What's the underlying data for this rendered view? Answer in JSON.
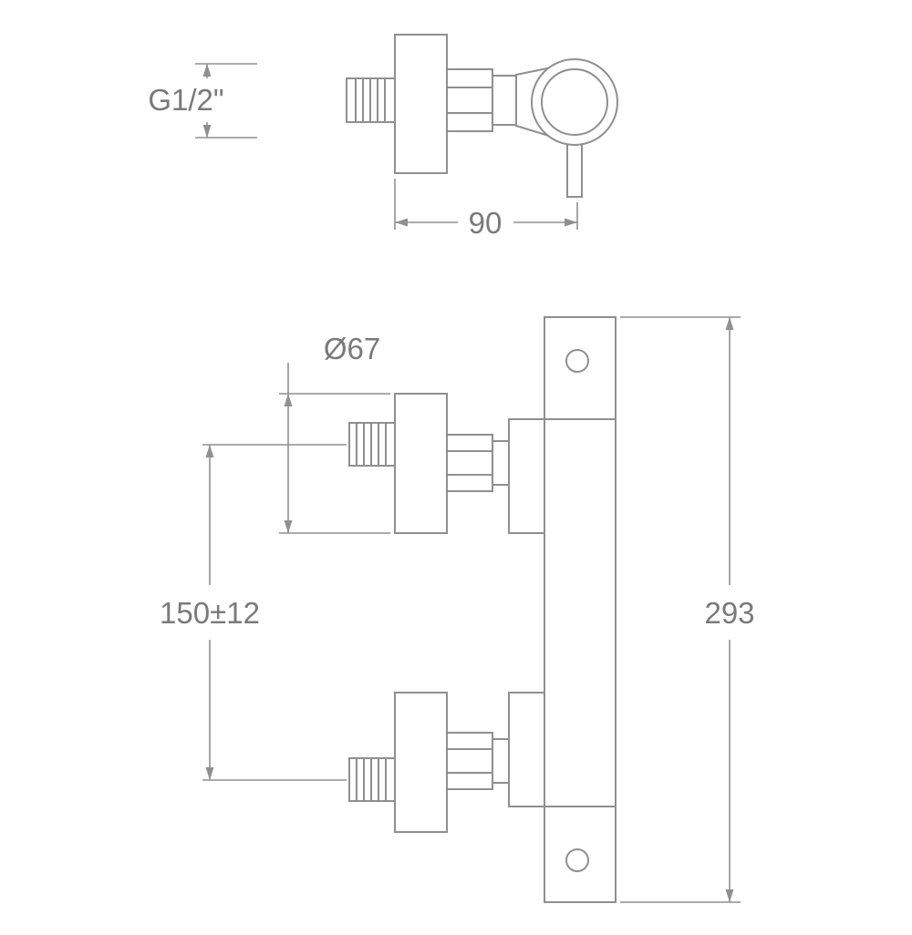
{
  "page": {
    "background": "#ffffff"
  },
  "drawing": {
    "line_color": "#8f8f8f",
    "text_color": "#7a7a7a",
    "labels": {
      "thread_size": "G1/2\"",
      "body_width": "90",
      "flange_diameter": "Ø67",
      "connection_spacing": "150±12",
      "total_height": "293"
    }
  }
}
